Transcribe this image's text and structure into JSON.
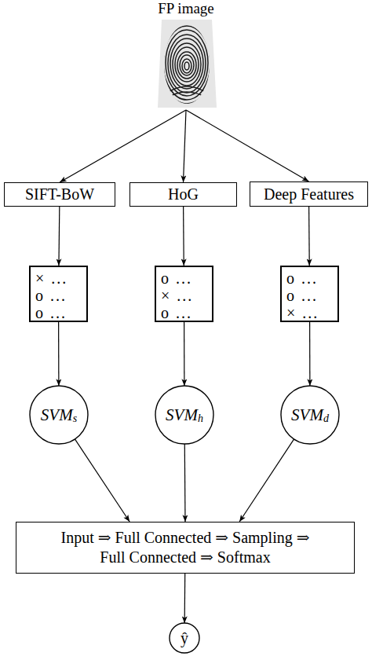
{
  "diagram": {
    "nodes": [
      {
        "text": [
          "FP image"
        ]
      },
      {
        "text": [
          "SIFT-BoW"
        ]
      },
      {
        "text": [
          "HoG"
        ]
      },
      {
        "text": [
          "Deep Features"
        ]
      },
      {
        "text": [
          "× ...",
          "o ...",
          "o ..."
        ]
      },
      {
        "text": [
          "o ...",
          "× ...",
          "o ..."
        ]
      },
      {
        "text": [
          "o ...",
          "o ...",
          "× ..."
        ]
      },
      {
        "text": [
          "SVM",
          "s"
        ]
      },
      {
        "text": [
          "SVM",
          "h"
        ]
      },
      {
        "text": [
          "SVM",
          "d"
        ]
      },
      {
        "text": [
          "Input ⇒ Full Connected ⇒ Sampling ⇒ Full Connected ⇒ Softmax"
        ]
      },
      {
        "text": [
          "ŷ"
        ]
      }
    ],
    "edges": [
      {
        "from": 0,
        "to": 1,
        "arrow": "to"
      },
      {
        "from": 0,
        "to": 2,
        "arrow": "to"
      },
      {
        "from": 0,
        "to": 3,
        "arrow": "to"
      },
      {
        "from": 1,
        "to": 4,
        "arrow": "to"
      },
      {
        "from": 2,
        "to": 5,
        "arrow": "to"
      },
      {
        "from": 3,
        "to": 6,
        "arrow": "to"
      },
      {
        "from": 4,
        "to": 7,
        "arrow": "to"
      },
      {
        "from": 5,
        "to": 8,
        "arrow": "to"
      },
      {
        "from": 6,
        "to": 9,
        "arrow": "to"
      },
      {
        "from": 7,
        "to": 10,
        "arrow": "to"
      },
      {
        "from": 8,
        "to": 10,
        "arrow": "to"
      },
      {
        "from": 9,
        "to": 10,
        "arrow": "to"
      },
      {
        "from": 10,
        "to": 11,
        "arrow": "to"
      }
    ]
  }
}
